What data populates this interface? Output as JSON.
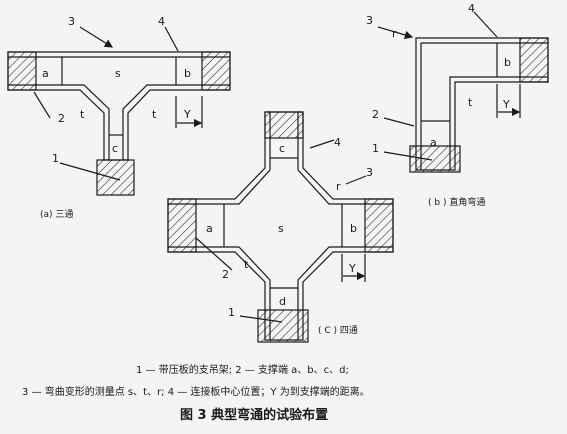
{
  "figure": {
    "title": "图 3    典型弯通的试验布置",
    "legend_line1": "1 — 带压板的支吊架;   2 — 支撑端 a、b、c、d;",
    "legend_line2": "3 — 弯曲变形的测量点 s、t、r;   4 — 连接板中心位置；Y 为到支撑端的距离。"
  },
  "tee": {
    "caption": "(a)  三通",
    "labels": {
      "n3": "3",
      "n4": "4",
      "n2": "2",
      "n1": "1",
      "a": "a",
      "b": "b",
      "s": "s",
      "t_left": "t",
      "t_right": "t",
      "c": "c",
      "y": "Y"
    }
  },
  "elbow": {
    "caption": "( b )  直角弯通",
    "labels": {
      "n3": "3",
      "r": "r",
      "n4": "4",
      "b": "b",
      "t": "t",
      "y": "Y",
      "n2": "2",
      "n1": "1",
      "a": "a"
    }
  },
  "cross": {
    "caption": "( C )  四通",
    "labels": {
      "c": "c",
      "n4": "4",
      "r": "r",
      "n3": "3",
      "a": "a",
      "s": "s",
      "b": "b",
      "t": "t",
      "n2": "2",
      "y": "Y",
      "n1": "1",
      "d": "d"
    }
  },
  "colors": {
    "line": "#1a1a1a",
    "paper": "#f4f4f2"
  }
}
